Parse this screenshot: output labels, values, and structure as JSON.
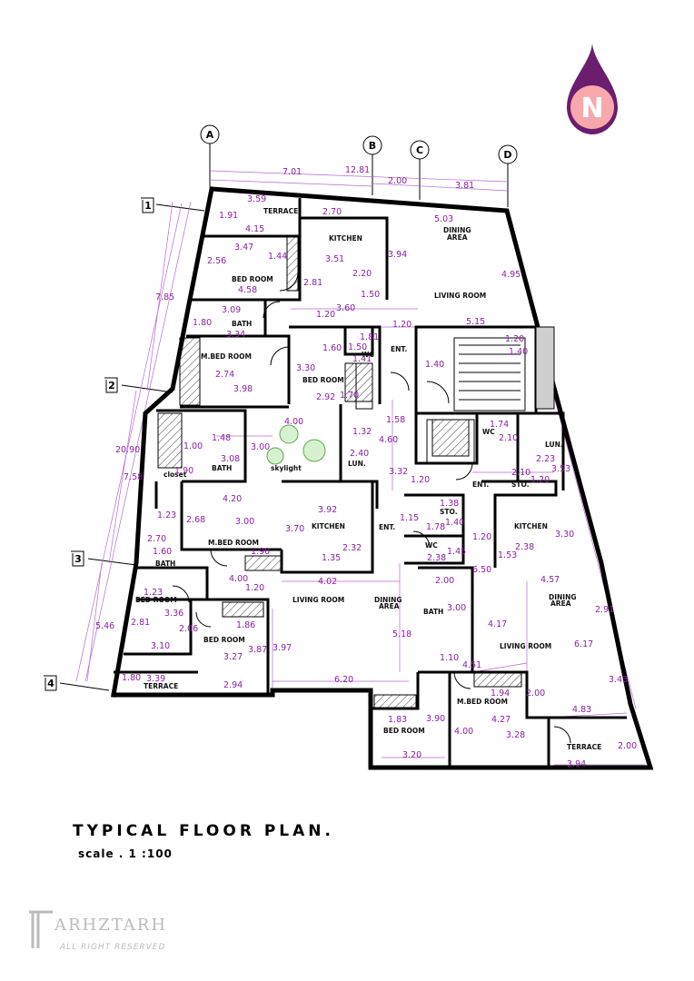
{
  "north": {
    "label": "N"
  },
  "grid_axes": {
    "top": [
      "A",
      "B",
      "C",
      "D"
    ],
    "left": [
      "1",
      "2",
      "3",
      "4"
    ]
  },
  "rooms": {
    "terrace_1": "TERRACE",
    "kitchen_1": "KITCHEN",
    "dining_1": "DINING",
    "area_1": "AREA",
    "bedroom_1": "BED ROOM",
    "living_1": "LIVING ROOM",
    "bath_1": "BATH",
    "mbed_1": "M.BED ROOM",
    "bedroom_2": "BED ROOM",
    "wc_1": "WC",
    "ent_1": "ENT.",
    "skylight": "skylight",
    "bath_2": "BATH",
    "closet": "closet",
    "lun_1": "LUN.",
    "wc_2": "WC",
    "lun_2": "LUN.",
    "ent_2": "ENT.",
    "sto_1": "STO.",
    "mbed_2": "M.BED ROOM",
    "kitchen_2": "KITCHEN",
    "ent_3": "ENT.",
    "sto_2": "STO.",
    "kitchen_3": "KITCHEN",
    "wc_3": "WC",
    "bath_3": "BATH",
    "bedroom_3": "BED ROOM",
    "living_2": "LIVING ROOM",
    "dining_2": "DINING",
    "area_2": "AREA",
    "bath_4": "BATH",
    "dining_3": "DINING",
    "area_3": "AREA",
    "bedroom_4": "BED ROOM",
    "living_3": "LIVING ROOM",
    "terrace_2": "TERRACE",
    "mbed_3": "M.BED ROOM",
    "bedroom_5": "BED ROOM",
    "terrace_3": "TERRACE"
  },
  "dims": {
    "d701": "7.01",
    "d1281": "12.81",
    "d200a": "2.00",
    "d381": "3.81",
    "d359": "3.59",
    "d191": "1.91",
    "d270a": "2.70",
    "d503": "5.03",
    "d415": "4.15",
    "d347": "3.47",
    "d144": "1.44",
    "d256": "2.56",
    "d351": "3.51",
    "d394": "3.94",
    "d220": "2.20",
    "d495": "4.95",
    "d458": "4.58",
    "d281a": "2.81",
    "d150a": "1.50",
    "d309": "3.09",
    "d360": "3.60",
    "d120a": "1.20",
    "d120b": "1.20",
    "d515": "5.15",
    "d180a": "1.80",
    "d334": "3.34",
    "d181": "1.81",
    "d120c": "1.20",
    "d140a": "1.40",
    "d150b": "1.50",
    "d160a": "1.60",
    "d141": "1.41",
    "d785": "7.85",
    "d274": "2.74",
    "d330a": "3.30",
    "d140b": "1.40",
    "d398": "3.98",
    "d292": "2.92",
    "d170": "1.70",
    "d158": "1.58",
    "d400a": "4.00",
    "d132": "1.32",
    "d174": "1.74",
    "d148": "1.48",
    "d460": "4.60",
    "d210a": "2.10",
    "d100": "1.00",
    "d300a": "3.00",
    "d308": "3.08",
    "d240": "2.40",
    "d223": "2.23",
    "d2090": "20.90",
    "d190a": "1.90",
    "d332": "3.32",
    "d120d": "1.20",
    "d210b": "2.10",
    "d353": "3.53",
    "d758": "7.58",
    "d120e": "1.20",
    "d420": "4.20",
    "d138": "1.38",
    "d392": "3.92",
    "d123a": "1.23",
    "d268": "2.68",
    "d300b": "3.00",
    "d115": "1.15",
    "d140c": "1.40",
    "d370": "3.70",
    "d178": "1.78",
    "d330b": "3.30",
    "d270b": "2.70",
    "d120f": "1.20",
    "d238a": "2.38",
    "d160b": "1.60",
    "d232": "2.32",
    "d153": "1.53",
    "d190b": "1.90",
    "d135": "1.35",
    "d145": "1.45",
    "d238b": "2.38",
    "d400b": "4.00",
    "d402": "4.02",
    "d650": "6.50",
    "d120g": "1.20",
    "d200b": "2.00",
    "d457": "4.57",
    "d123b": "1.23",
    "d336": "3.36",
    "d291": "2.91",
    "d281b": "2.81",
    "d206": "2.06",
    "d186": "1.86",
    "d300c": "3.00",
    "d518": "5.18",
    "d417": "4.17",
    "d617": "6.17",
    "d546": "5.46",
    "d310": "3.10",
    "d327": "3.27",
    "d387": "3.87",
    "d397": "3.97",
    "d110": "1.10",
    "d451": "4.51",
    "d180b": "1.80",
    "d339": "3.39",
    "d294": "2.94",
    "d620": "6.20",
    "d343": "3.43",
    "d194": "1.94",
    "d200c": "2.00",
    "d483": "4.83",
    "d427": "4.27",
    "d183": "1.83",
    "d390": "3.90",
    "d400c": "4.00",
    "d328": "3.28",
    "d200d": "2.00",
    "d320": "3.20",
    "d394b": "3.94"
  },
  "title": "TYPICAL FLOOR PLAN.",
  "scale": "scale . 1 :100",
  "watermark": {
    "brand": "ARHZTARH",
    "sub": "ALL RIGHT RESERVED"
  }
}
